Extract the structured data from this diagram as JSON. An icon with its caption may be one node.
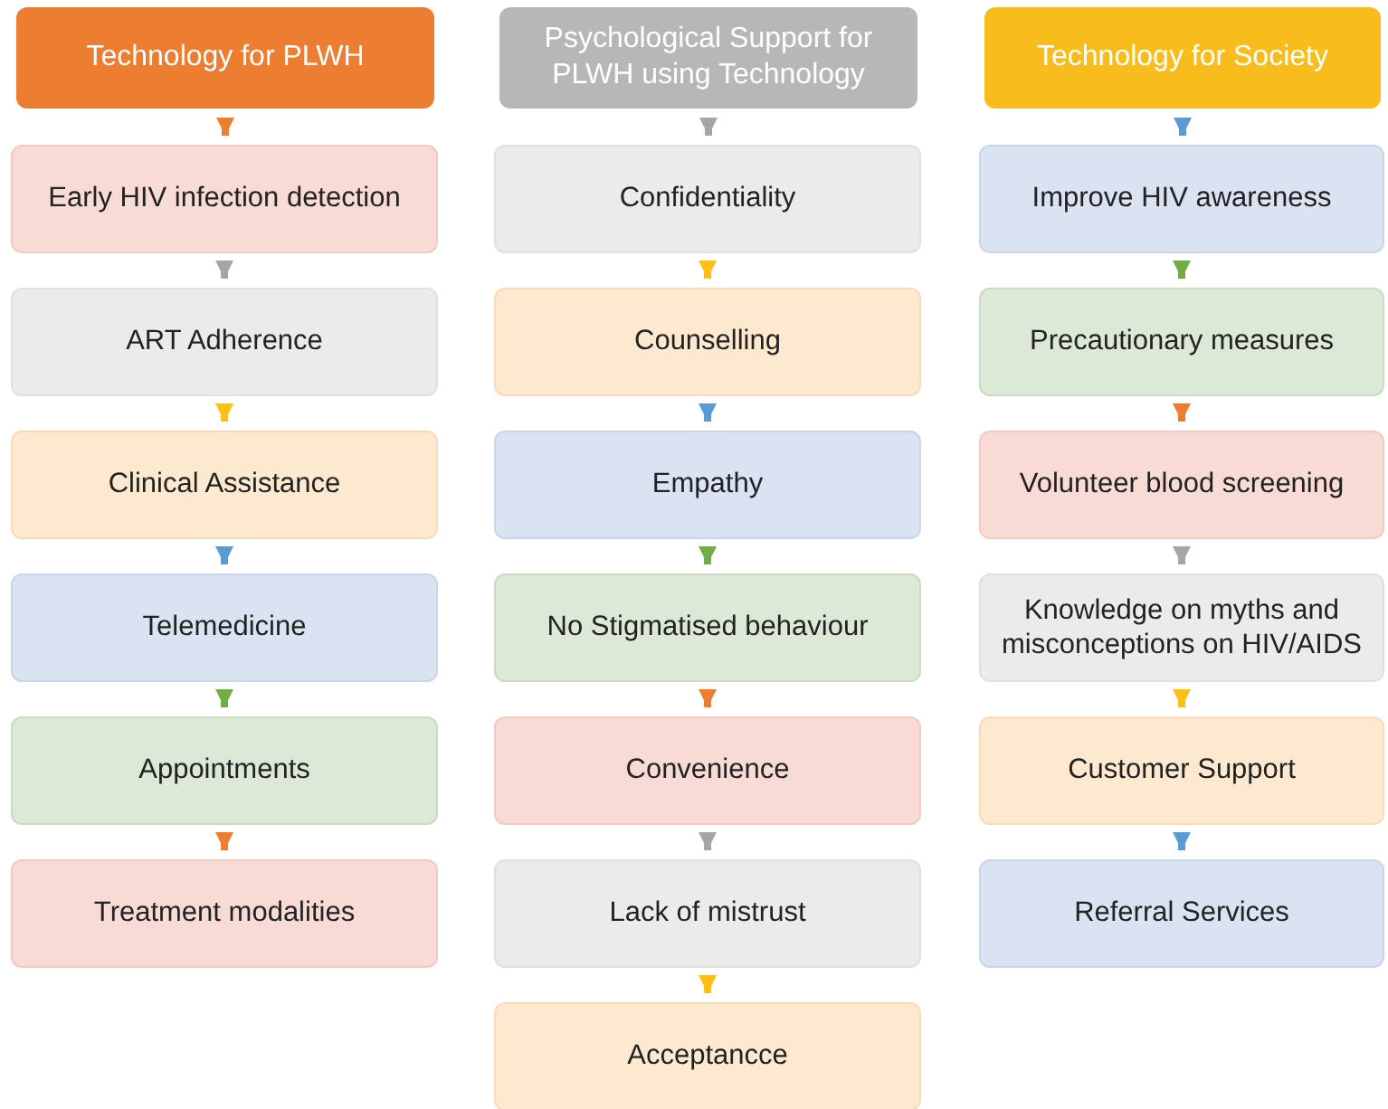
{
  "diagram": {
    "nodes": [
      {
        "text": [
          "Technology for PLWH"
        ]
      },
      {
        "text": [
          "Early HIV infection detection"
        ]
      },
      {
        "text": [
          "ART Adherence"
        ]
      },
      {
        "text": [
          "Clinical Assistance"
        ]
      },
      {
        "text": [
          "Telemedicine"
        ]
      },
      {
        "text": [
          "Appointments"
        ]
      },
      {
        "text": [
          "Treatment modalities"
        ]
      },
      {
        "text": [
          "Psychological Support for PLWH using Technology"
        ]
      },
      {
        "text": [
          "Confidentiality"
        ]
      },
      {
        "text": [
          "Counselling"
        ]
      },
      {
        "text": [
          "Empathy"
        ]
      },
      {
        "text": [
          "No Stigmatised behaviour"
        ]
      },
      {
        "text": [
          "Convenience"
        ]
      },
      {
        "text": [
          "Lack of mistrust"
        ]
      },
      {
        "text": [
          "Acceptancce"
        ]
      },
      {
        "text": [
          "Technology for Society"
        ]
      },
      {
        "text": [
          "Improve HIV awareness"
        ]
      },
      {
        "text": [
          "Precautionary measures"
        ]
      },
      {
        "text": [
          "Volunteer blood screening"
        ]
      },
      {
        "text": [
          "Knowledge on myths and misconceptions on HIV/AIDS"
        ]
      },
      {
        "text": [
          "Customer Support"
        ]
      },
      {
        "text": [
          "Referral Services"
        ]
      }
    ],
    "edges": [
      {
        "from": 0,
        "to": 1,
        "arrow": "to",
        "color": "#ed7d31"
      },
      {
        "from": 1,
        "to": 2,
        "arrow": "to",
        "color": "#a5a5a5"
      },
      {
        "from": 2,
        "to": 3,
        "arrow": "to",
        "color": "#fbbf16"
      },
      {
        "from": 3,
        "to": 4,
        "arrow": "to",
        "color": "#5b9bd5"
      },
      {
        "from": 4,
        "to": 5,
        "arrow": "to",
        "color": "#70ad47"
      },
      {
        "from": 5,
        "to": 6,
        "arrow": "to",
        "color": "#ed7d31"
      },
      {
        "from": 7,
        "to": 8,
        "arrow": "to",
        "color": "#a5a5a5"
      },
      {
        "from": 8,
        "to": 9,
        "arrow": "to",
        "color": "#fbbf16"
      },
      {
        "from": 9,
        "to": 10,
        "arrow": "to",
        "color": "#5b9bd5"
      },
      {
        "from": 10,
        "to": 11,
        "arrow": "to",
        "color": "#70ad47"
      },
      {
        "from": 11,
        "to": 12,
        "arrow": "to",
        "color": "#ed7d31"
      },
      {
        "from": 12,
        "to": 13,
        "arrow": "to",
        "color": "#a5a5a5"
      },
      {
        "from": 13,
        "to": 14,
        "arrow": "to",
        "color": "#fbbf16"
      },
      {
        "from": 15,
        "to": 16,
        "arrow": "to",
        "color": "#5b9bd5"
      },
      {
        "from": 16,
        "to": 17,
        "arrow": "to",
        "color": "#70ad47"
      },
      {
        "from": 17,
        "to": 18,
        "arrow": "to",
        "color": "#ed7d31"
      },
      {
        "from": 18,
        "to": 19,
        "arrow": "to",
        "color": "#a5a5a5"
      },
      {
        "from": 19,
        "to": 20,
        "arrow": "to",
        "color": "#fbbf16"
      },
      {
        "from": 20,
        "to": 21,
        "arrow": "to",
        "color": "#5b9bd5"
      }
    ]
  }
}
